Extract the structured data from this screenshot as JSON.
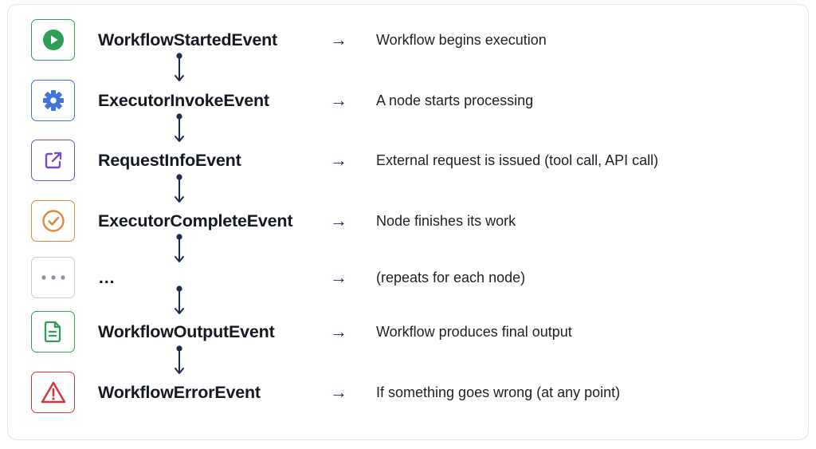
{
  "events": [
    {
      "name": "WorkflowStartedEvent",
      "arrow": "→",
      "description": "Workflow begins execution",
      "icon": "play-icon",
      "color": "#2f9e57"
    },
    {
      "name": "ExecutorInvokeEvent",
      "arrow": "→",
      "description": "A node starts processing",
      "icon": "gear-icon",
      "color": "#3f74d8"
    },
    {
      "name": "RequestInfoEvent",
      "arrow": "→",
      "description": "External request is issued (tool call, API call)",
      "icon": "external-link-icon",
      "color": "#7e4bc8"
    },
    {
      "name": "ExecutorCompleteEvent",
      "arrow": "→",
      "description": "Node finishes its work",
      "icon": "check-circle-icon",
      "color": "#e0893a"
    },
    {
      "name": "…",
      "arrow": "→",
      "description": "(repeats for each node)",
      "icon": "ellipsis-icon",
      "color": "#9aa1ab"
    },
    {
      "name": "WorkflowOutputEvent",
      "arrow": "→",
      "description": "Workflow produces final output",
      "icon": "document-icon",
      "color": "#2f9e57"
    },
    {
      "name": "WorkflowErrorEvent",
      "arrow": "→",
      "description": "If something goes wrong (at any point)",
      "icon": "warning-icon",
      "color": "#d8343a"
    }
  ]
}
